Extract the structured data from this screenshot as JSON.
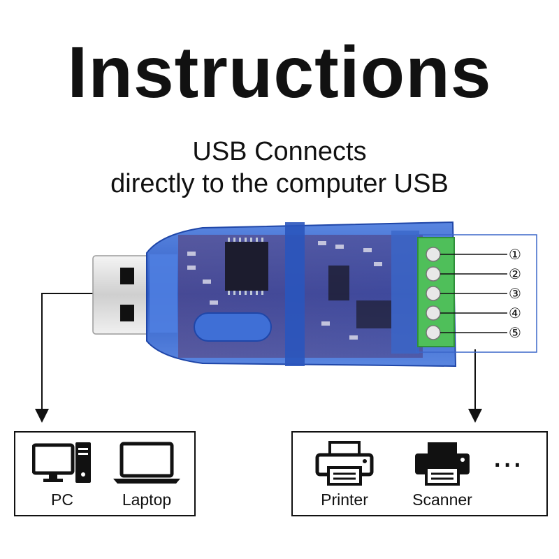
{
  "header": {
    "title": "Instructions",
    "subtitle_line1": "USB Connects",
    "subtitle_line2": "directly to the computer USB"
  },
  "terminal_pins": [
    "①",
    "②",
    "③",
    "④",
    "⑤"
  ],
  "computer_box": {
    "items": [
      {
        "label": "PC",
        "icon": "desktop-pc-icon"
      },
      {
        "label": "Laptop",
        "icon": "laptop-icon"
      }
    ]
  },
  "peripheral_box": {
    "items": [
      {
        "label": "Printer",
        "icon": "printer-icon"
      },
      {
        "label": "Scanner",
        "icon": "scanner-icon"
      }
    ],
    "more": "···"
  },
  "colors": {
    "device_blue": "#3a67c9",
    "terminal_green": "#4fbf5a",
    "text": "#111111"
  }
}
